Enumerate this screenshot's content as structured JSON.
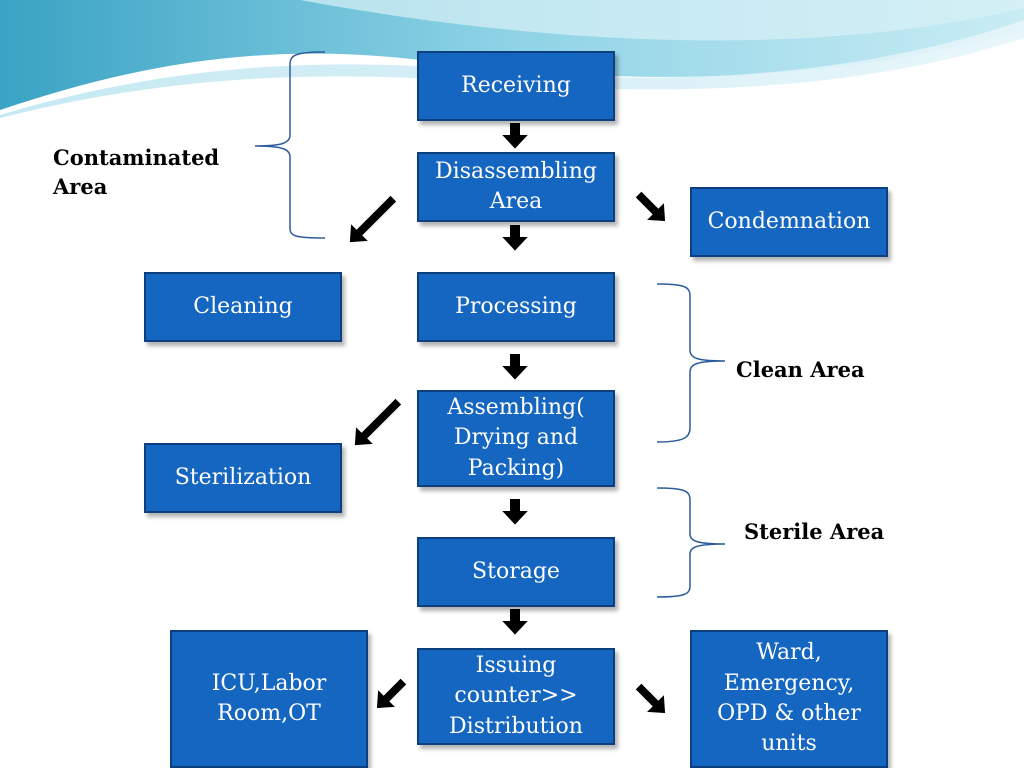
{
  "colors": {
    "box_fill": "#1566c0",
    "box_border": "#0b3f80",
    "arrow": "#000000",
    "brace": "#2e5d9b"
  },
  "boxes": {
    "receiving": "Receiving",
    "disassembling": "Disassembling\nArea",
    "condemnation": "Condemnation",
    "cleaning": "Cleaning",
    "processing": "Processing",
    "assembling": "Assembling(\nDrying and\nPacking)",
    "sterilization": "Sterilization",
    "storage": "Storage",
    "issuing": "Issuing\ncounter>>\nDistribution",
    "icu": "ICU,Labor\nRoom,OT",
    "ward": "Ward,\nEmergency,\nOPD & other\nunits"
  },
  "areas": {
    "contaminated": "Contaminated\nArea",
    "clean": "Clean Area",
    "sterile": "Sterile Area"
  }
}
